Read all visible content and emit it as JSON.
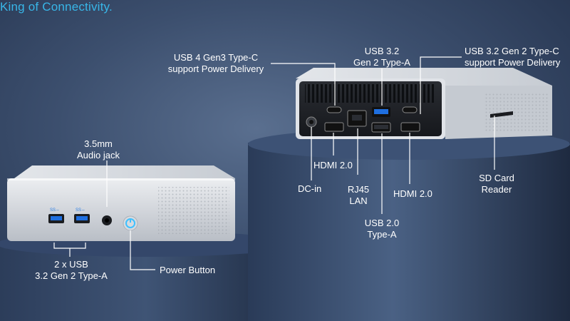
{
  "headline": "King of Connectivity.",
  "front_labels": {
    "audio_jack_line1": "3.5mm",
    "audio_jack_line2": "Audio jack",
    "usb_front_line1": "2 x USB",
    "usb_front_line2": "3.2 Gen 2 Type-A",
    "power_button": "Power Button"
  },
  "back_labels": {
    "usb4_line1": "USB 4 Gen3 Type-C",
    "usb4_line2": "support Power Delivery",
    "usb32a_line1": "USB 3.2",
    "usb32a_line2": "Gen 2 Type-A",
    "usb32c_line1": "USB 3.2 Gen 2 Type-C",
    "usb32c_line2": "support Power Delivery",
    "hdmi_left": "HDMI 2.0",
    "dc_in": "DC-in",
    "rj45_line1": "RJ45",
    "rj45_line2": "LAN",
    "hdmi_right": "HDMI 2.0",
    "usb20_line1": "USB 2.0",
    "usb20_line2": "Type-A",
    "sd_line1": "SD Card",
    "sd_line2": "Reader"
  },
  "colors": {
    "headline": "#38b6e8",
    "label": "#ffffff",
    "callout_line": "#ffffff",
    "chassis": "#d9dce1",
    "usb_blue": "#1f6fe0",
    "power_glow": "#3fc0ff"
  },
  "icons": [
    "usb-port-icon",
    "audio-jack-icon",
    "power-button-icon",
    "hdmi-port-icon",
    "rj45-port-icon",
    "usb-c-port-icon",
    "dc-in-icon",
    "sd-slot-icon"
  ]
}
